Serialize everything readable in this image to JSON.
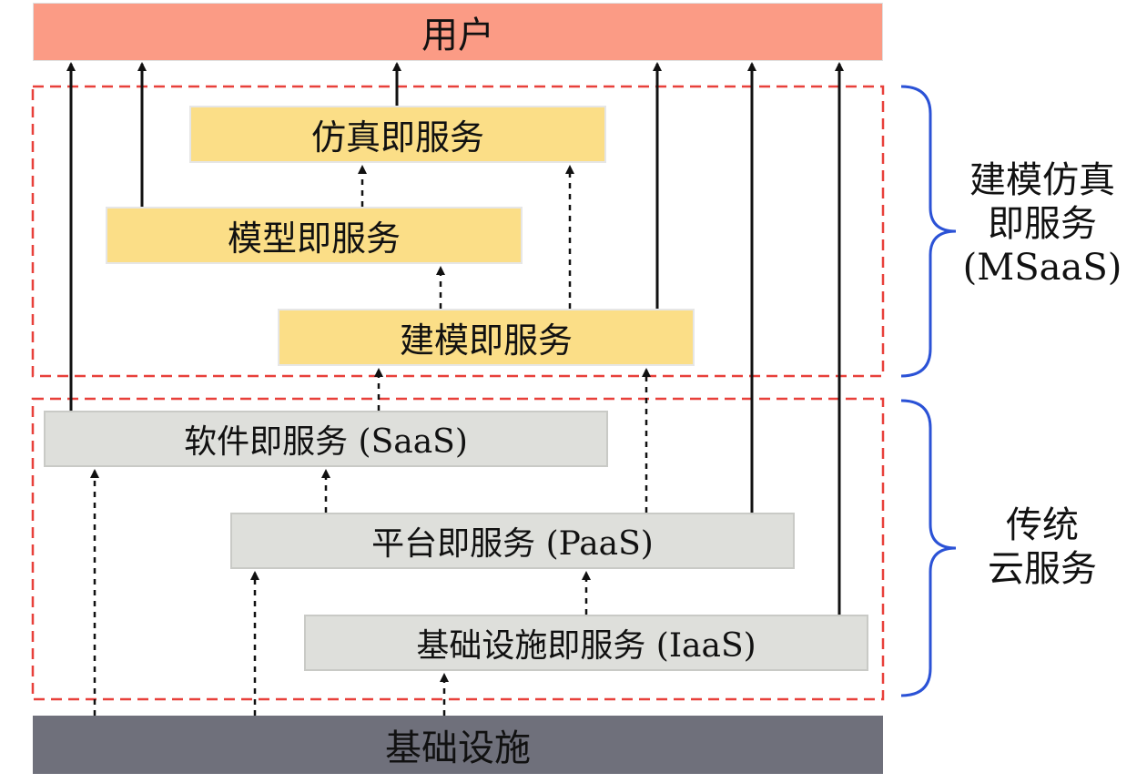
{
  "top_box": "用户",
  "bottom_box": "基础设施",
  "msaas": {
    "group_label_line1": "建模仿真",
    "group_label_line2": "即服务",
    "group_label_line3": "(MSaaS)",
    "simulation": "仿真即服务",
    "model": "模型即服务",
    "modeling": "建模即服务"
  },
  "traditional": {
    "group_label_line1": "传统",
    "group_label_line2": "云服务",
    "saas": "软件即服务 (SaaS)",
    "paas": "平台即服务 (PaaS)",
    "iaas": "基础设施即服务 (IaaS)"
  },
  "colors": {
    "user": "#fb9b85",
    "msaas_box": "#fbde87",
    "cloud_box": "#dedfdb",
    "infrastructure": "#6f707b",
    "dashed_group": "#e8403a",
    "brace": "#2b52d6"
  }
}
